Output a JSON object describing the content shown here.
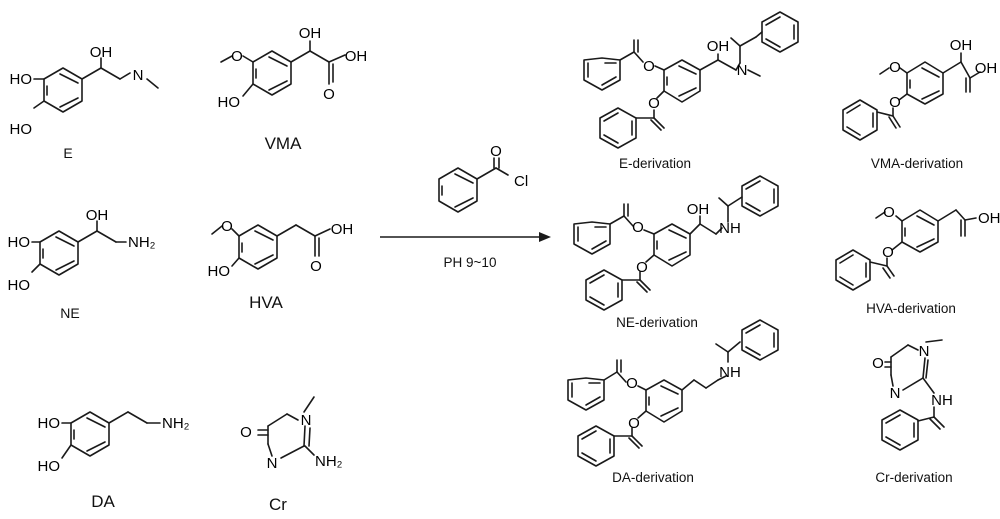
{
  "reactants": {
    "e": {
      "name": "E",
      "labels": {
        "oh_top": "OH",
        "n": "N",
        "ho1": "HO",
        "ho2": "HO"
      }
    },
    "vma": {
      "name": "VMA",
      "labels": {
        "o_meo": "O",
        "ho": "HO",
        "oh_top": "OH",
        "oh_acid": "OH",
        "o_carbonyl": "O"
      }
    },
    "ne": {
      "name": "NE",
      "labels": {
        "oh_top": "OH",
        "nh2": "NH₂",
        "ho1": "HO",
        "ho2": "HO"
      }
    },
    "hva": {
      "name": "HVA",
      "labels": {
        "o_meo": "O",
        "ho": "HO",
        "oh_acid": "OH",
        "o_carbonyl": "O"
      }
    },
    "da": {
      "name": "DA",
      "labels": {
        "ho1": "HO",
        "ho2": "HO",
        "nh2": "NH₂"
      }
    },
    "cr": {
      "name": "Cr",
      "labels": {
        "o": "O",
        "n1": "N",
        "n3": "N",
        "nh2": "NH₂"
      }
    }
  },
  "reagent": {
    "o": "O",
    "cl": "Cl",
    "condition": "PH 9~10"
  },
  "products": {
    "e": {
      "name": "E-derivation",
      "labels": {
        "o1": "O",
        "o2": "O",
        "oh": "OH",
        "n": "N"
      }
    },
    "vma": {
      "name": "VMA-derivation",
      "labels": {
        "oh_top": "OH",
        "oh_acid": "OH",
        "o_meo": "O",
        "o_ester": "O"
      }
    },
    "ne": {
      "name": "NE-derivation",
      "labels": {
        "o1": "O",
        "o2": "O",
        "oh": "OH",
        "nh": "NH"
      }
    },
    "hva": {
      "name": "HVA-derivation",
      "labels": {
        "o_meo": "O",
        "oh_acid": "OH",
        "o_ester": "O"
      }
    },
    "da": {
      "name": "DA-derivation",
      "labels": {
        "o1": "O",
        "o2": "O",
        "nh": "NH"
      }
    },
    "cr": {
      "name": "Cr-derivation",
      "labels": {
        "o": "O",
        "n1": "N",
        "n3": "N",
        "nh": "NH"
      }
    }
  }
}
